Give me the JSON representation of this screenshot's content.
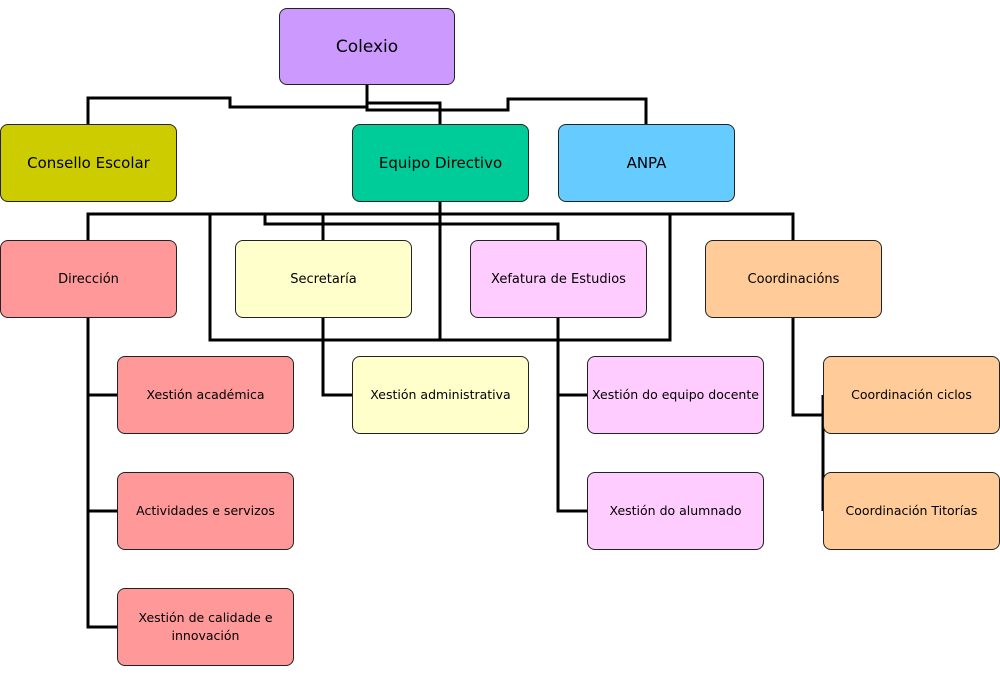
{
  "diagram": {
    "nodes": {
      "colexio": {
        "label": "Colexio",
        "color": "#cc99ff"
      },
      "consello": {
        "label": "Consello Escolar",
        "color": "#cccc00"
      },
      "equipo": {
        "label": "Equipo Directivo",
        "color": "#00cc99"
      },
      "anpa": {
        "label": "ANPA",
        "color": "#66ccff"
      },
      "direccion": {
        "label": "Dirección",
        "color": "#ff9999"
      },
      "secretaria": {
        "label": "Secretaría",
        "color": "#ffffcc"
      },
      "xefatura": {
        "label": "Xefatura de Estudios",
        "color": "#ffccff"
      },
      "coord": {
        "label": "Coordinacións",
        "color": "#ffcc99"
      },
      "xacad": {
        "label": "Xestión académica",
        "color": "#ff9999"
      },
      "xadmin": {
        "label": "Xestión administrativa",
        "color": "#ffffcc"
      },
      "xdocente": {
        "label": "Xestión do equipo docente",
        "color": "#ffccff"
      },
      "cciclos": {
        "label": "Coordinación ciclos",
        "color": "#ffcc99"
      },
      "activ": {
        "label": "Actividades e servizos",
        "color": "#ff9999"
      },
      "xalumn": {
        "label": "Xestión do alumnado",
        "color": "#ffccff"
      },
      "ctitor": {
        "label": "Coordinación Titorías",
        "color": "#ffcc99"
      },
      "xcalid": {
        "label": "Xestión de calidade e innovación",
        "color": "#ff9999"
      }
    },
    "edges": [
      {
        "from": "colexio",
        "to": "consello"
      },
      {
        "from": "colexio",
        "to": "equipo"
      },
      {
        "from": "colexio",
        "to": "anpa"
      },
      {
        "from": "equipo",
        "to": "direccion"
      },
      {
        "from": "equipo",
        "to": "secretaria"
      },
      {
        "from": "equipo",
        "to": "xefatura"
      },
      {
        "from": "equipo",
        "to": "coord"
      },
      {
        "from": "direccion",
        "to": "xacad"
      },
      {
        "from": "direccion",
        "to": "activ"
      },
      {
        "from": "direccion",
        "to": "xcalid"
      },
      {
        "from": "secretaria",
        "to": "xadmin"
      },
      {
        "from": "xefatura",
        "to": "xdocente"
      },
      {
        "from": "xefatura",
        "to": "xalumn"
      },
      {
        "from": "coord",
        "to": "cciclos"
      },
      {
        "from": "coord",
        "to": "ctitor"
      }
    ],
    "line_color": "#000000"
  }
}
